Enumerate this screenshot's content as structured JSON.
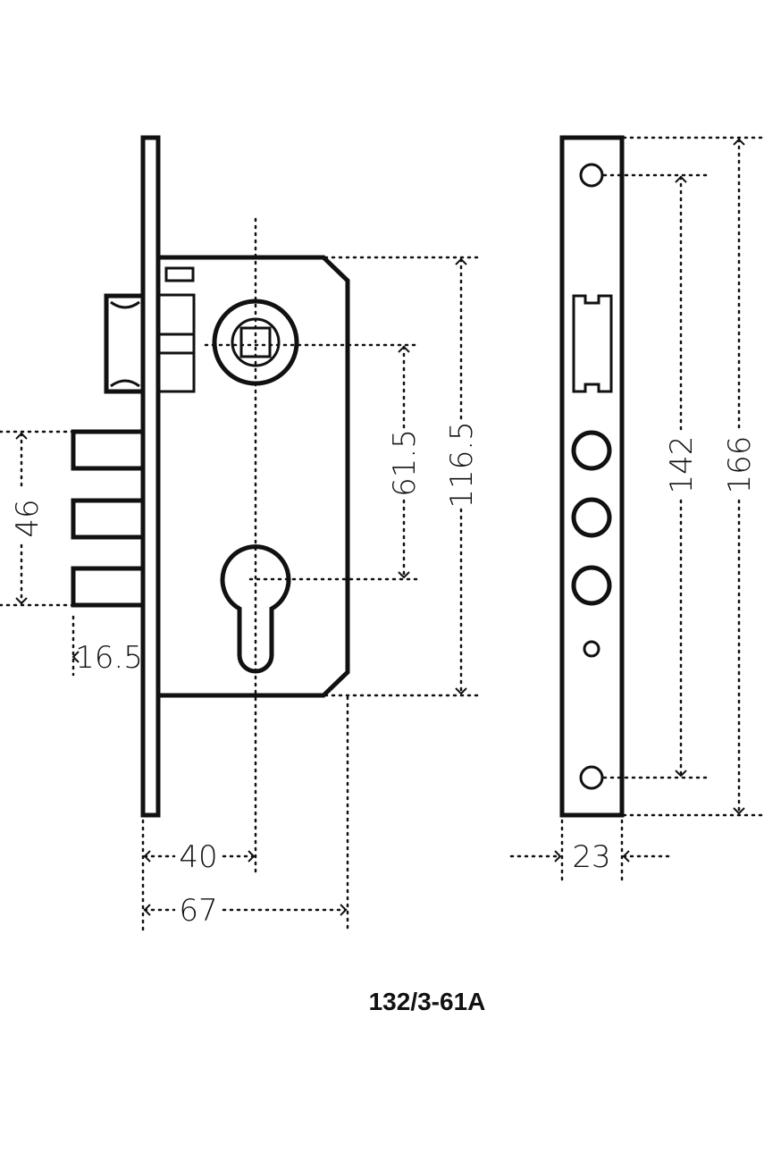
{
  "dimensions": {
    "backset": "40",
    "case_depth": "67",
    "faceplate_width": "23",
    "center_distance": "61.5",
    "case_height": "116.5",
    "screw_spacing": "142",
    "faceplate_length": "166",
    "bolt_span": "46",
    "bolt_throw": "16.5"
  },
  "model": "132/3-61A"
}
